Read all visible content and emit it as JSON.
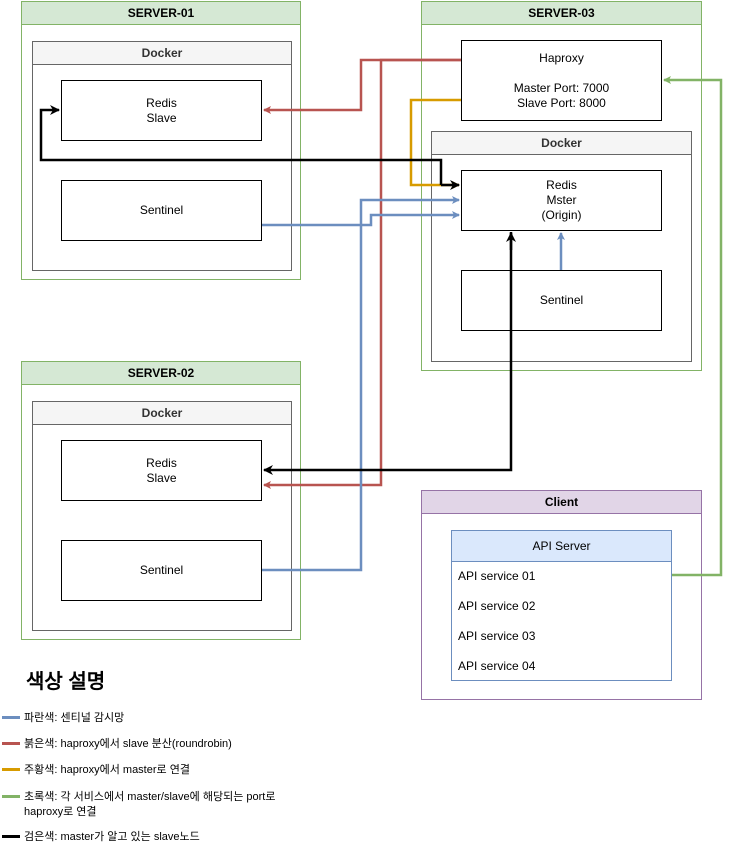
{
  "servers": {
    "server01": {
      "title": "SERVER-01",
      "docker": "Docker",
      "redis": [
        "Redis",
        "Slave"
      ],
      "sentinel": "Sentinel"
    },
    "server02": {
      "title": "SERVER-02",
      "docker": "Docker",
      "redis": [
        "Redis",
        "Slave"
      ],
      "sentinel": "Sentinel"
    },
    "server03": {
      "title": "SERVER-03",
      "haproxy": {
        "name": "Haproxy",
        "master_port": "Master Port: 7000",
        "slave_port": "Slave Port: 8000"
      },
      "docker": "Docker",
      "redis": [
        "Redis",
        "Mster",
        "(Origin)"
      ],
      "sentinel": "Sentinel"
    }
  },
  "client": {
    "title": "Client",
    "api_server": {
      "title": "API Server",
      "services": [
        "API service 01",
        "API service 02",
        "API service 03",
        "API service 04"
      ]
    }
  },
  "legend": {
    "title": "색상 설명",
    "items": [
      {
        "color": "#6c8ebf",
        "text": "파란색: 센티널 감시망"
      },
      {
        "color": "#b85450",
        "text": "붉은색: haproxy에서 slave 분산(roundrobin)"
      },
      {
        "color": "#d79b00",
        "text": "주황색: haproxy에서 master로 연결"
      },
      {
        "color": "#82b366",
        "text": "초록색: 각 서비스에서 master/slave에 해당되는 port로",
        "text2": "haproxy로 연결"
      },
      {
        "color": "#000000",
        "text": "검은색: master가 알고 있는 slave노드"
      }
    ]
  }
}
